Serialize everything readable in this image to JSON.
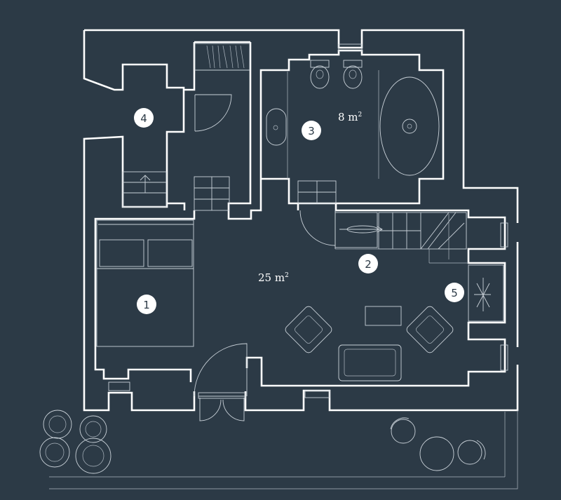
{
  "rooms": [
    {
      "number": "1"
    },
    {
      "number": "2"
    },
    {
      "number": "3",
      "area": "8 m",
      "area_sup": "2"
    },
    {
      "number": "4"
    },
    {
      "number": "5",
      "area": "25 m",
      "area_sup": "2"
    }
  ],
  "colors": {
    "background": "#2c3a46",
    "walls": "#ffffff",
    "lines": "#c9d1d8",
    "badge_fill": "#ffffff"
  }
}
